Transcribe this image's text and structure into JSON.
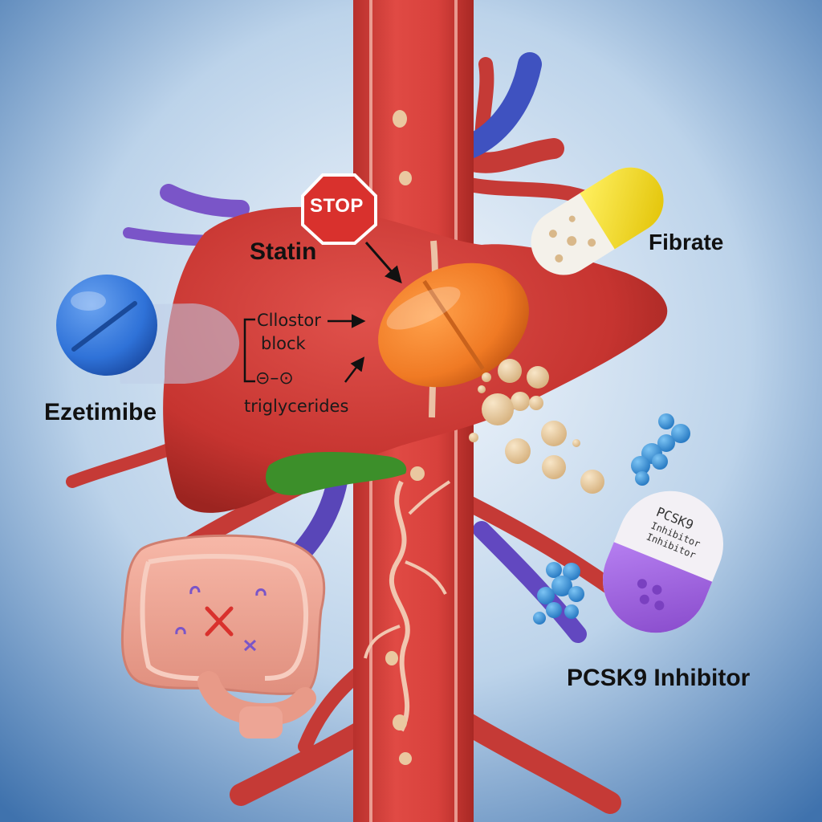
{
  "labels": {
    "statin": "Statin",
    "fibrate": "Fibrate",
    "ezetimibe": "Ezetimibe",
    "pcsk9_inhibitor": "PCSK9 Inhibitor"
  },
  "stop_sign": "STOP",
  "liver_annotation": {
    "line1": "Cllostor",
    "line2": "block",
    "symbols": "⊝–⊙",
    "line3": "triglycerides"
  },
  "pcsk9_pill": {
    "line1": "PCSK9",
    "line2": "Inhibitor",
    "line3": "Inhibitor"
  },
  "colors": {
    "background_center": "#f2f6fb",
    "background_edge": "#3f72ad",
    "artery": "#d8413c",
    "liver": "#cc3a36",
    "statin_pill": "#f07a24",
    "ezetimibe_pill": "#2f72d8",
    "fibrate_capsule_cap": "#f2d414",
    "pcsk9_capsule": "#9a5cd8",
    "intestine": "#f0a595",
    "gallbladder": "#3c8f2a",
    "vein": "#4a57c4",
    "cholesterol_particle": "#e8caa0",
    "molecule": "#3a98dd",
    "stop_red": "#d9312d"
  }
}
